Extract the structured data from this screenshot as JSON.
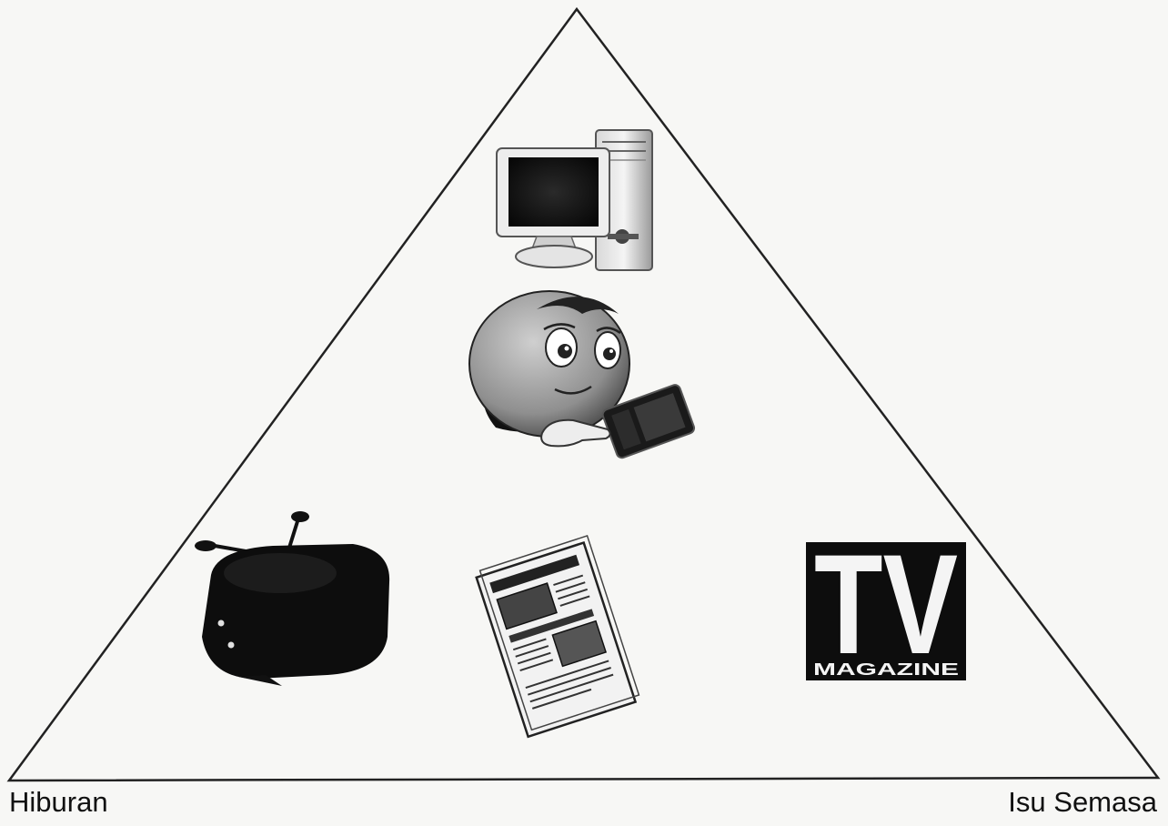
{
  "labels": {
    "left": "Hiburan",
    "right": "Isu Semasa"
  },
  "icons": {
    "computer": "desktop-computer-icon",
    "character": "face-with-phone-icon",
    "radio": "retro-radio-icon",
    "newspaper": "newspaper-icon",
    "tv_magazine": "tv-magazine-logo"
  },
  "tv_magazine": {
    "big_text": "TV",
    "small_text": "MAGAZINE"
  },
  "colors": {
    "line": "#222222",
    "background": "#f7f7f5"
  }
}
